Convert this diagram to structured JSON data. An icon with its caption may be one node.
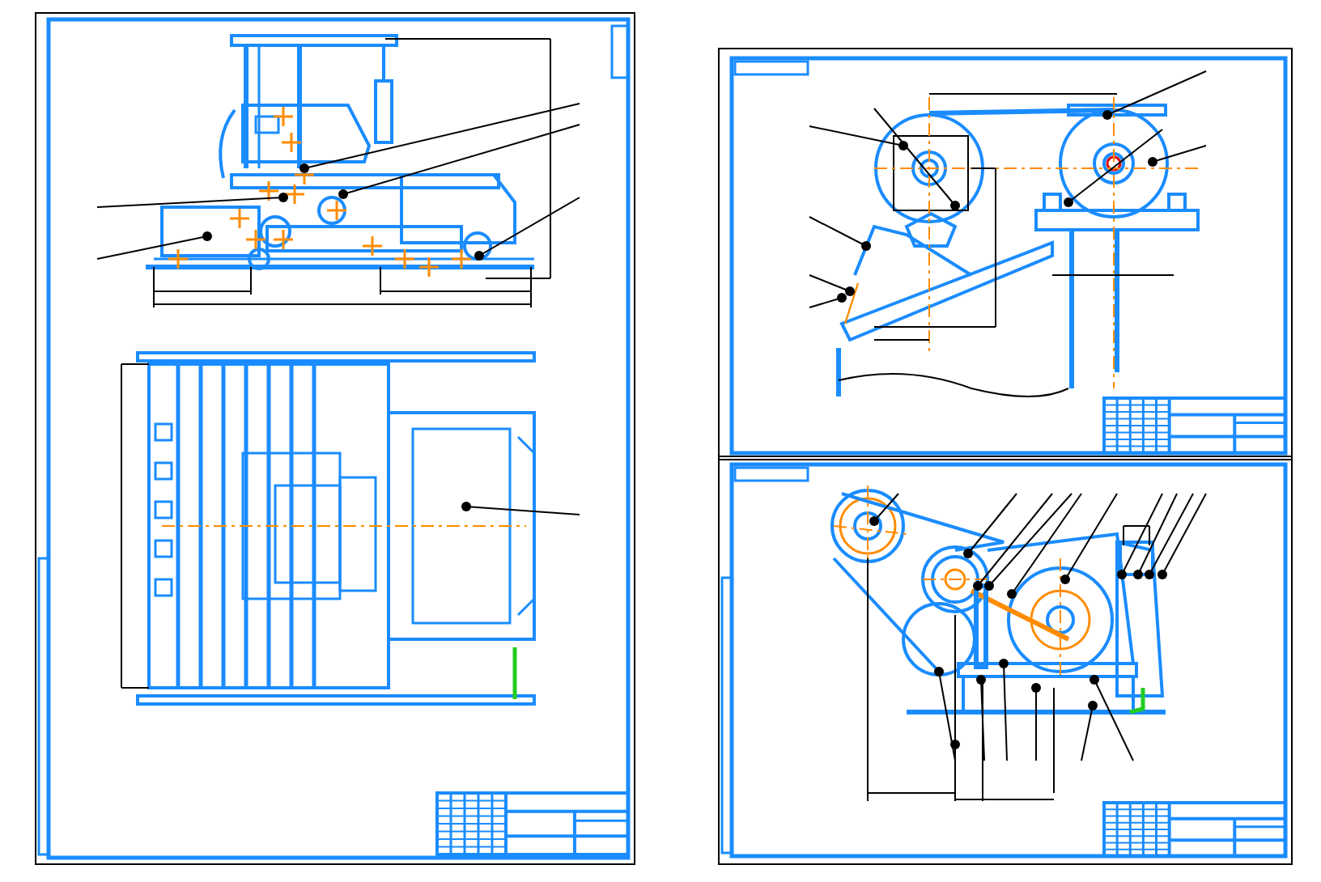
{
  "diagram": {
    "nodes": [
      {
        "text": [],
        "shape": "box"
      },
      {
        "text": [],
        "shape": "picture",
        "in": 0
      },
      {
        "text": [],
        "shape": "picture",
        "in": 0
      },
      {
        "text": [],
        "shape": "box"
      },
      {
        "text": [],
        "shape": "picture",
        "in": 3
      },
      {
        "text": [],
        "shape": "box"
      },
      {
        "text": [],
        "shape": "picture",
        "in": 5
      }
    ]
  }
}
